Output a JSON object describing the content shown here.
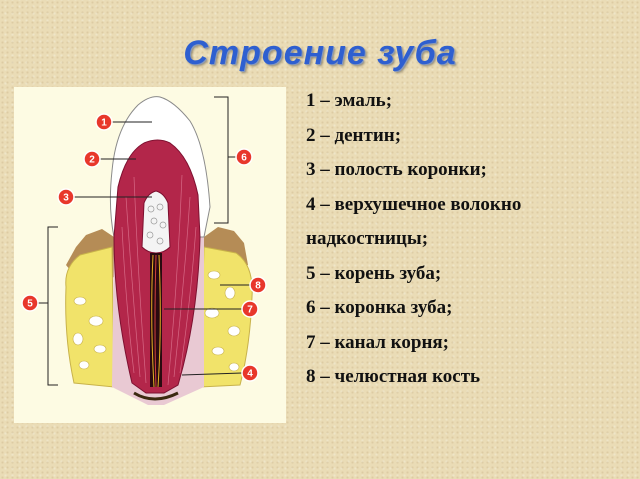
{
  "title": "Строение зуба",
  "legend": [
    "1 – эмаль;",
    "2 – дентин;",
    "3 – полость коронки;",
    "4 – верхушечное волокно",
    "надкостницы;",
    "5 – корень зуба;",
    "6 – коронка зуба;",
    "7 – канал корня;",
    "8 – челюстная кость"
  ],
  "markers": [
    "1",
    "2",
    "3",
    "4",
    "5",
    "6",
    "7",
    "8"
  ],
  "colors": {
    "title": "#2e5fd0",
    "marker": "#e8372b",
    "enamel": "#ffffff",
    "dentin": "#b3264a",
    "bone": "#f1e36a",
    "gum": "#c9a46a",
    "background": "#eadcb6"
  }
}
